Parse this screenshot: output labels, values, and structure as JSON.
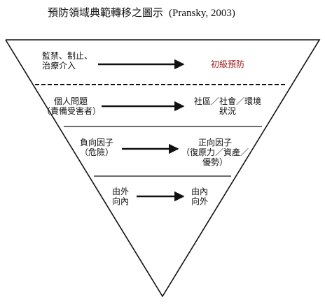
{
  "title": {
    "text": "預防領域典範轉移之圖示",
    "citation": "(Pransky, 2003)"
  },
  "colors": {
    "line": "#111111",
    "accent": "#9a1b1b"
  },
  "levels": [
    {
      "from": [
        "監禁、制止、",
        "治療介入"
      ],
      "to": [
        "初級預防"
      ]
    },
    {
      "from": [
        "個人問題",
        "（責備受害者）"
      ],
      "to": [
        "社區／社會／環境",
        "狀況"
      ]
    },
    {
      "from": [
        "負向因子",
        "（危險）"
      ],
      "to": [
        "正向因子",
        "（復原力／資產／",
        "優勢）"
      ]
    },
    {
      "from": [
        "由外",
        "向內"
      ],
      "to": [
        "由內",
        "向外"
      ]
    }
  ]
}
